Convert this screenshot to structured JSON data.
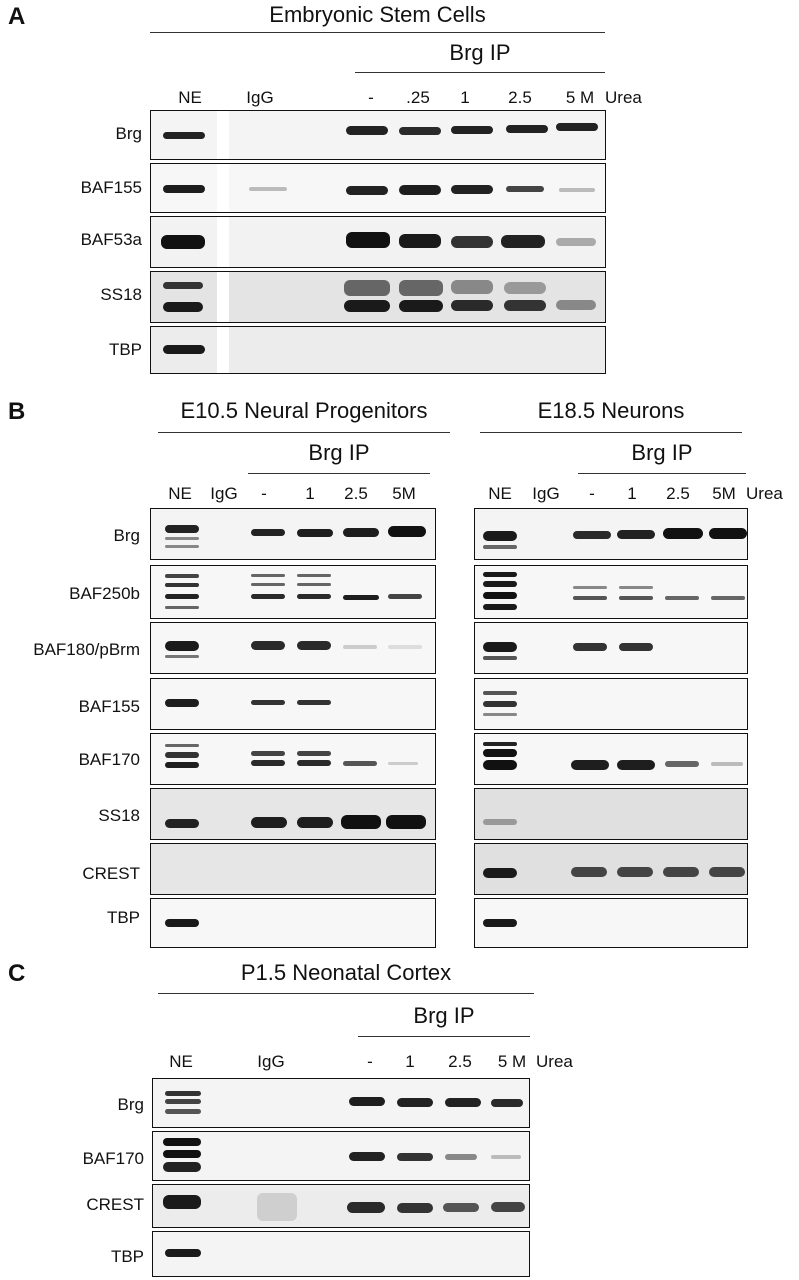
{
  "panels": {
    "A": {
      "letter": "A",
      "title": "Embryonic Stem Cells",
      "ip_label": "Brg IP",
      "lane_labels": [
        "NE",
        "IgG",
        "-",
        ".25",
        "1",
        "2.5",
        "5 M"
      ],
      "unit_label": "Urea",
      "rows": [
        "Brg",
        "BAF155",
        "BAF53a",
        "SS18",
        "TBP"
      ]
    },
    "B": {
      "letter": "B",
      "left_title": "E10.5 Neural Progenitors",
      "right_title": "E18.5 Neurons",
      "ip_label_left": "Brg IP",
      "ip_label_right": "Brg IP",
      "lane_labels_left": [
        "NE",
        "IgG",
        "-",
        "1",
        "2.5",
        "5M"
      ],
      "lane_labels_right": [
        "NE",
        "IgG",
        "-",
        "1",
        "2.5",
        "5M"
      ],
      "unit_label": "Urea",
      "rows": [
        "Brg",
        "BAF250b",
        "BAF180/pBrm",
        "BAF155",
        "BAF170",
        "SS18",
        "CREST",
        "TBP"
      ]
    },
    "C": {
      "letter": "C",
      "title": "P1.5 Neonatal Cortex",
      "ip_label": "Brg IP",
      "lane_labels": [
        "NE",
        "IgG",
        "-",
        "1",
        "2.5",
        "5 M"
      ],
      "unit_label": "Urea",
      "rows": [
        "Brg",
        "BAF170",
        "CREST",
        "TBP"
      ]
    }
  }
}
